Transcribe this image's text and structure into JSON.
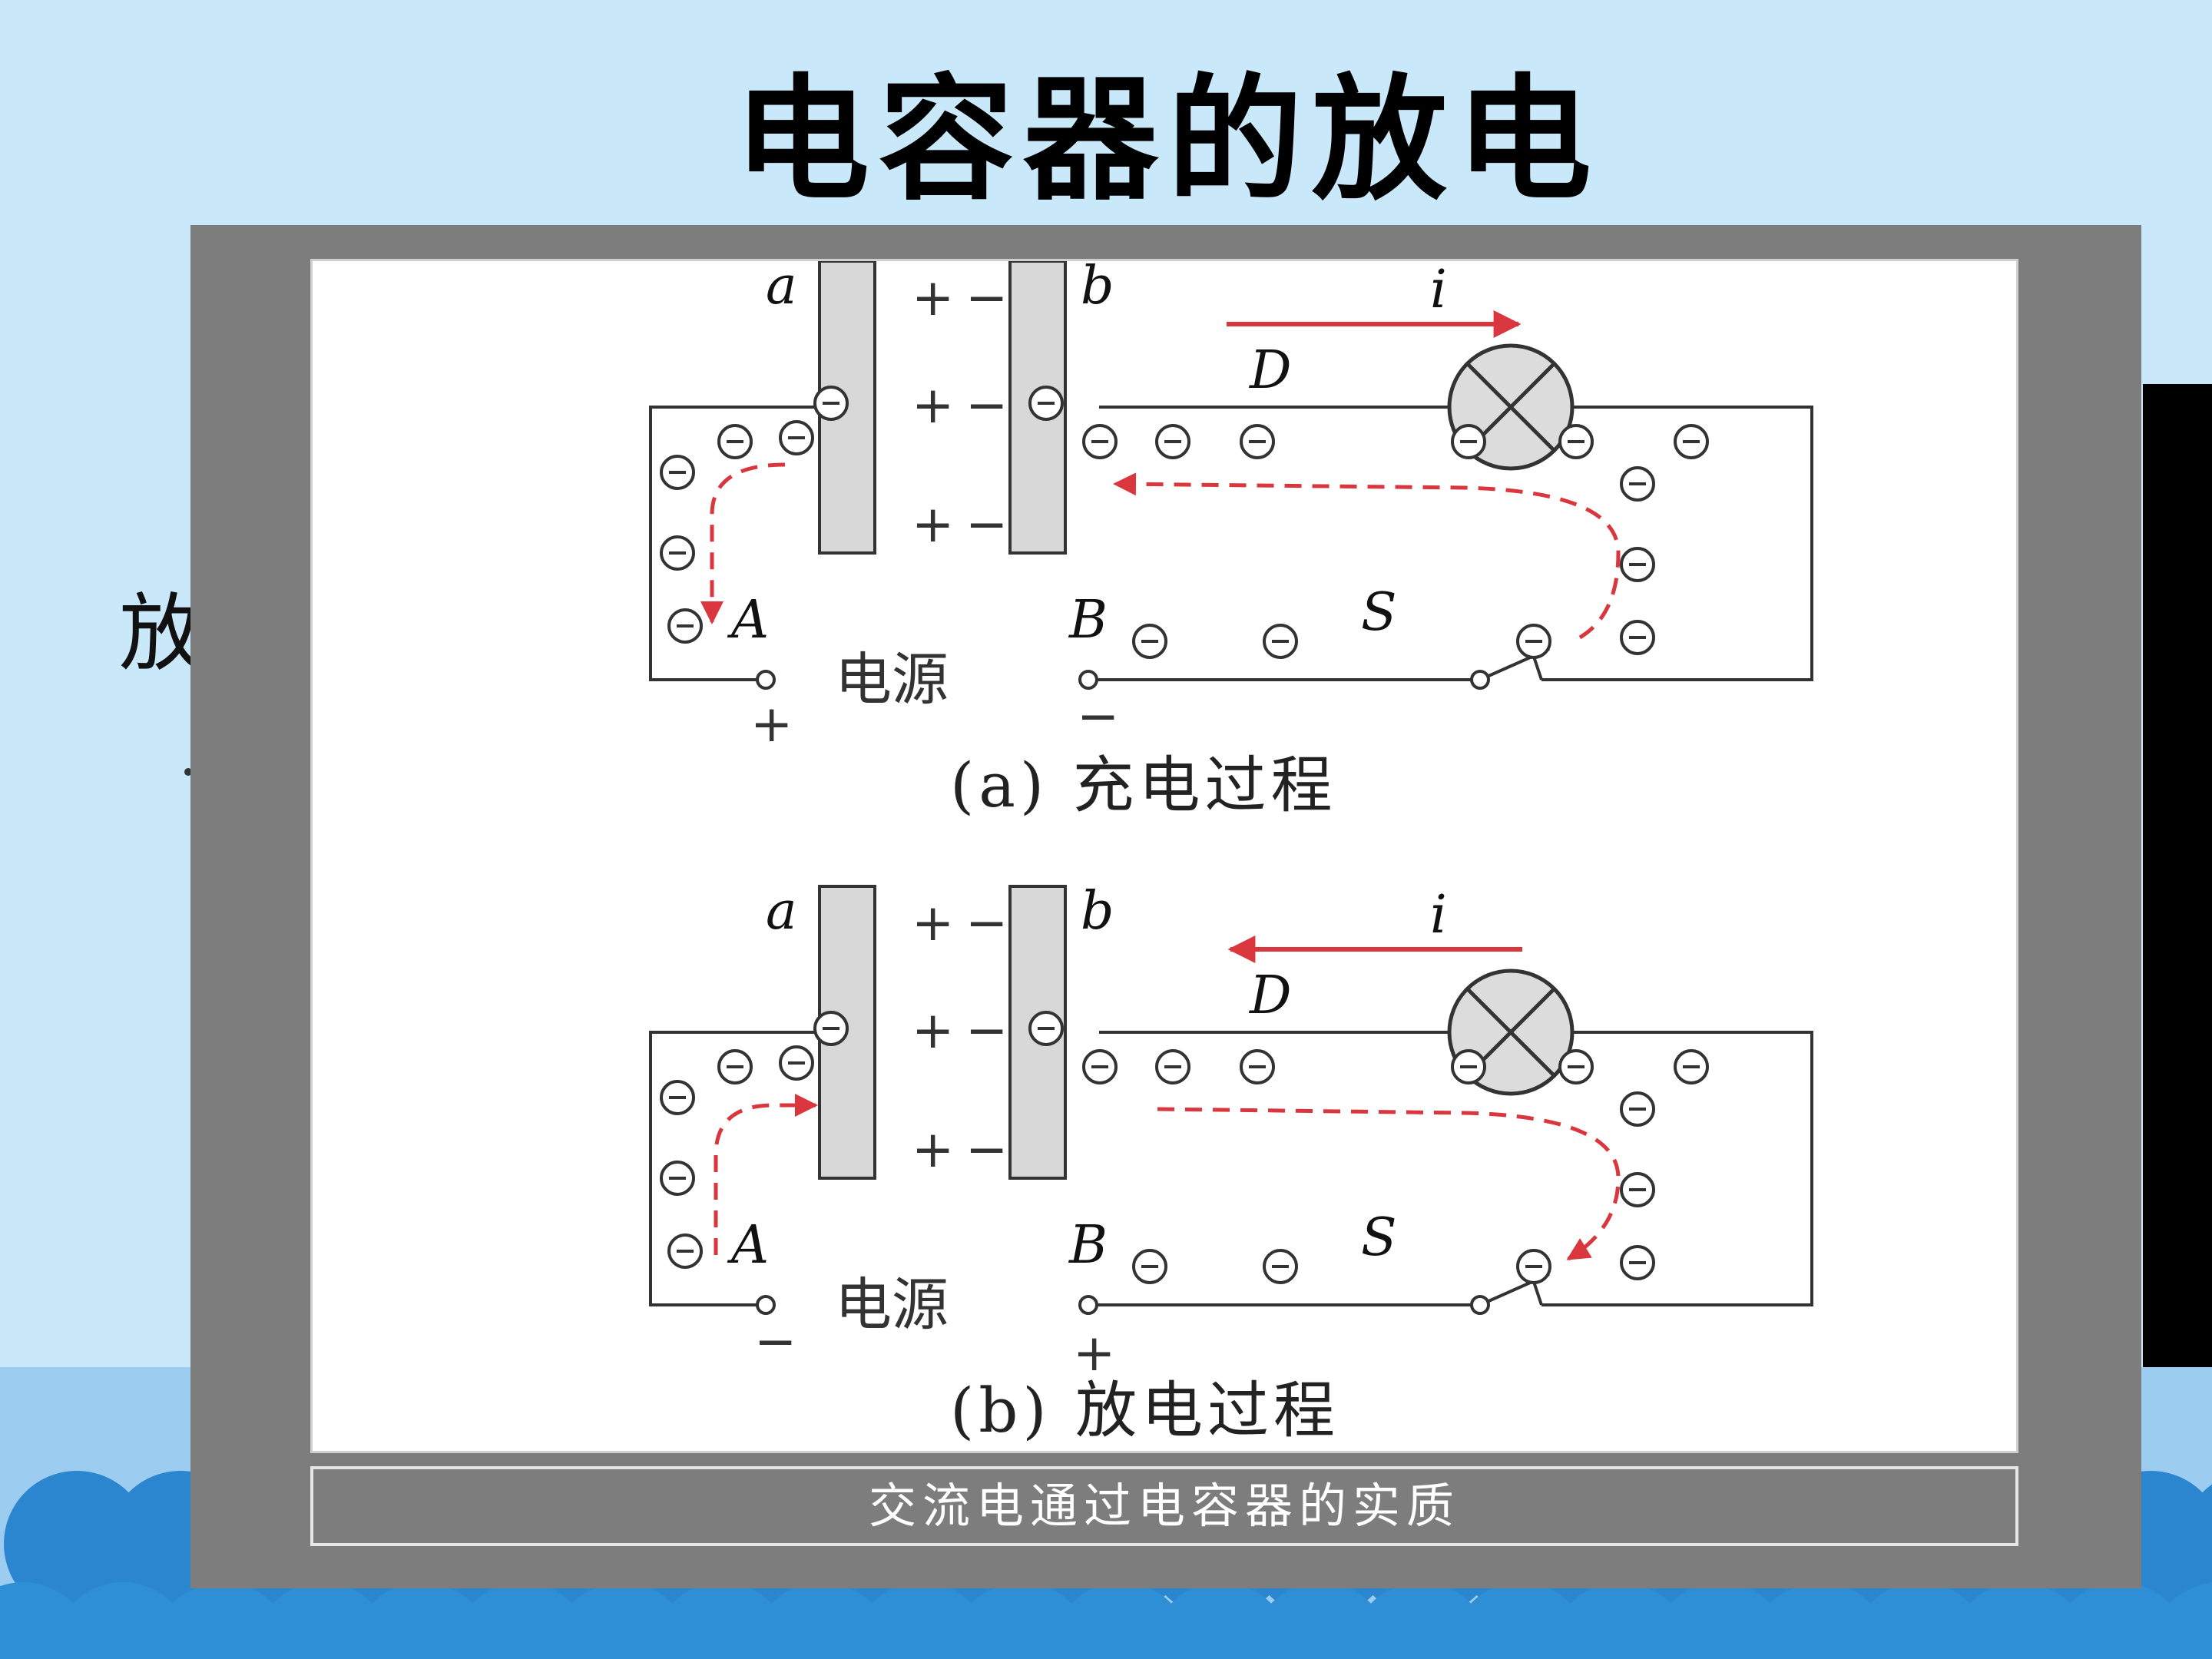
{
  "title": "电容器的放电",
  "side_text": "放",
  "diagram": {
    "charging": {
      "plate_a": "a",
      "plate_b": "b",
      "current": "i",
      "lamp": "D",
      "terminal_a": "A",
      "terminal_b": "B",
      "switch": "S",
      "source": "电源",
      "sign_a": "+",
      "sign_b": "−",
      "caption": "(a) 充电过程"
    },
    "discharging": {
      "plate_a": "a",
      "plate_b": "b",
      "current": "i",
      "lamp": "D",
      "terminal_a": "A",
      "terminal_b": "B",
      "switch": "S",
      "source": "电源",
      "sign_a": "−",
      "sign_b": "+",
      "caption": "(b) 放电过程"
    },
    "plate_charge_pos": "+",
    "plate_charge_neg": "−",
    "electron_symbol": "⊖",
    "colors": {
      "current_arrow": "#d9363e",
      "plate_fill": "#d8d8d8",
      "lamp_fill": "#dcdcdc"
    }
  },
  "caption_bar": "交流电通过电容器的实质"
}
